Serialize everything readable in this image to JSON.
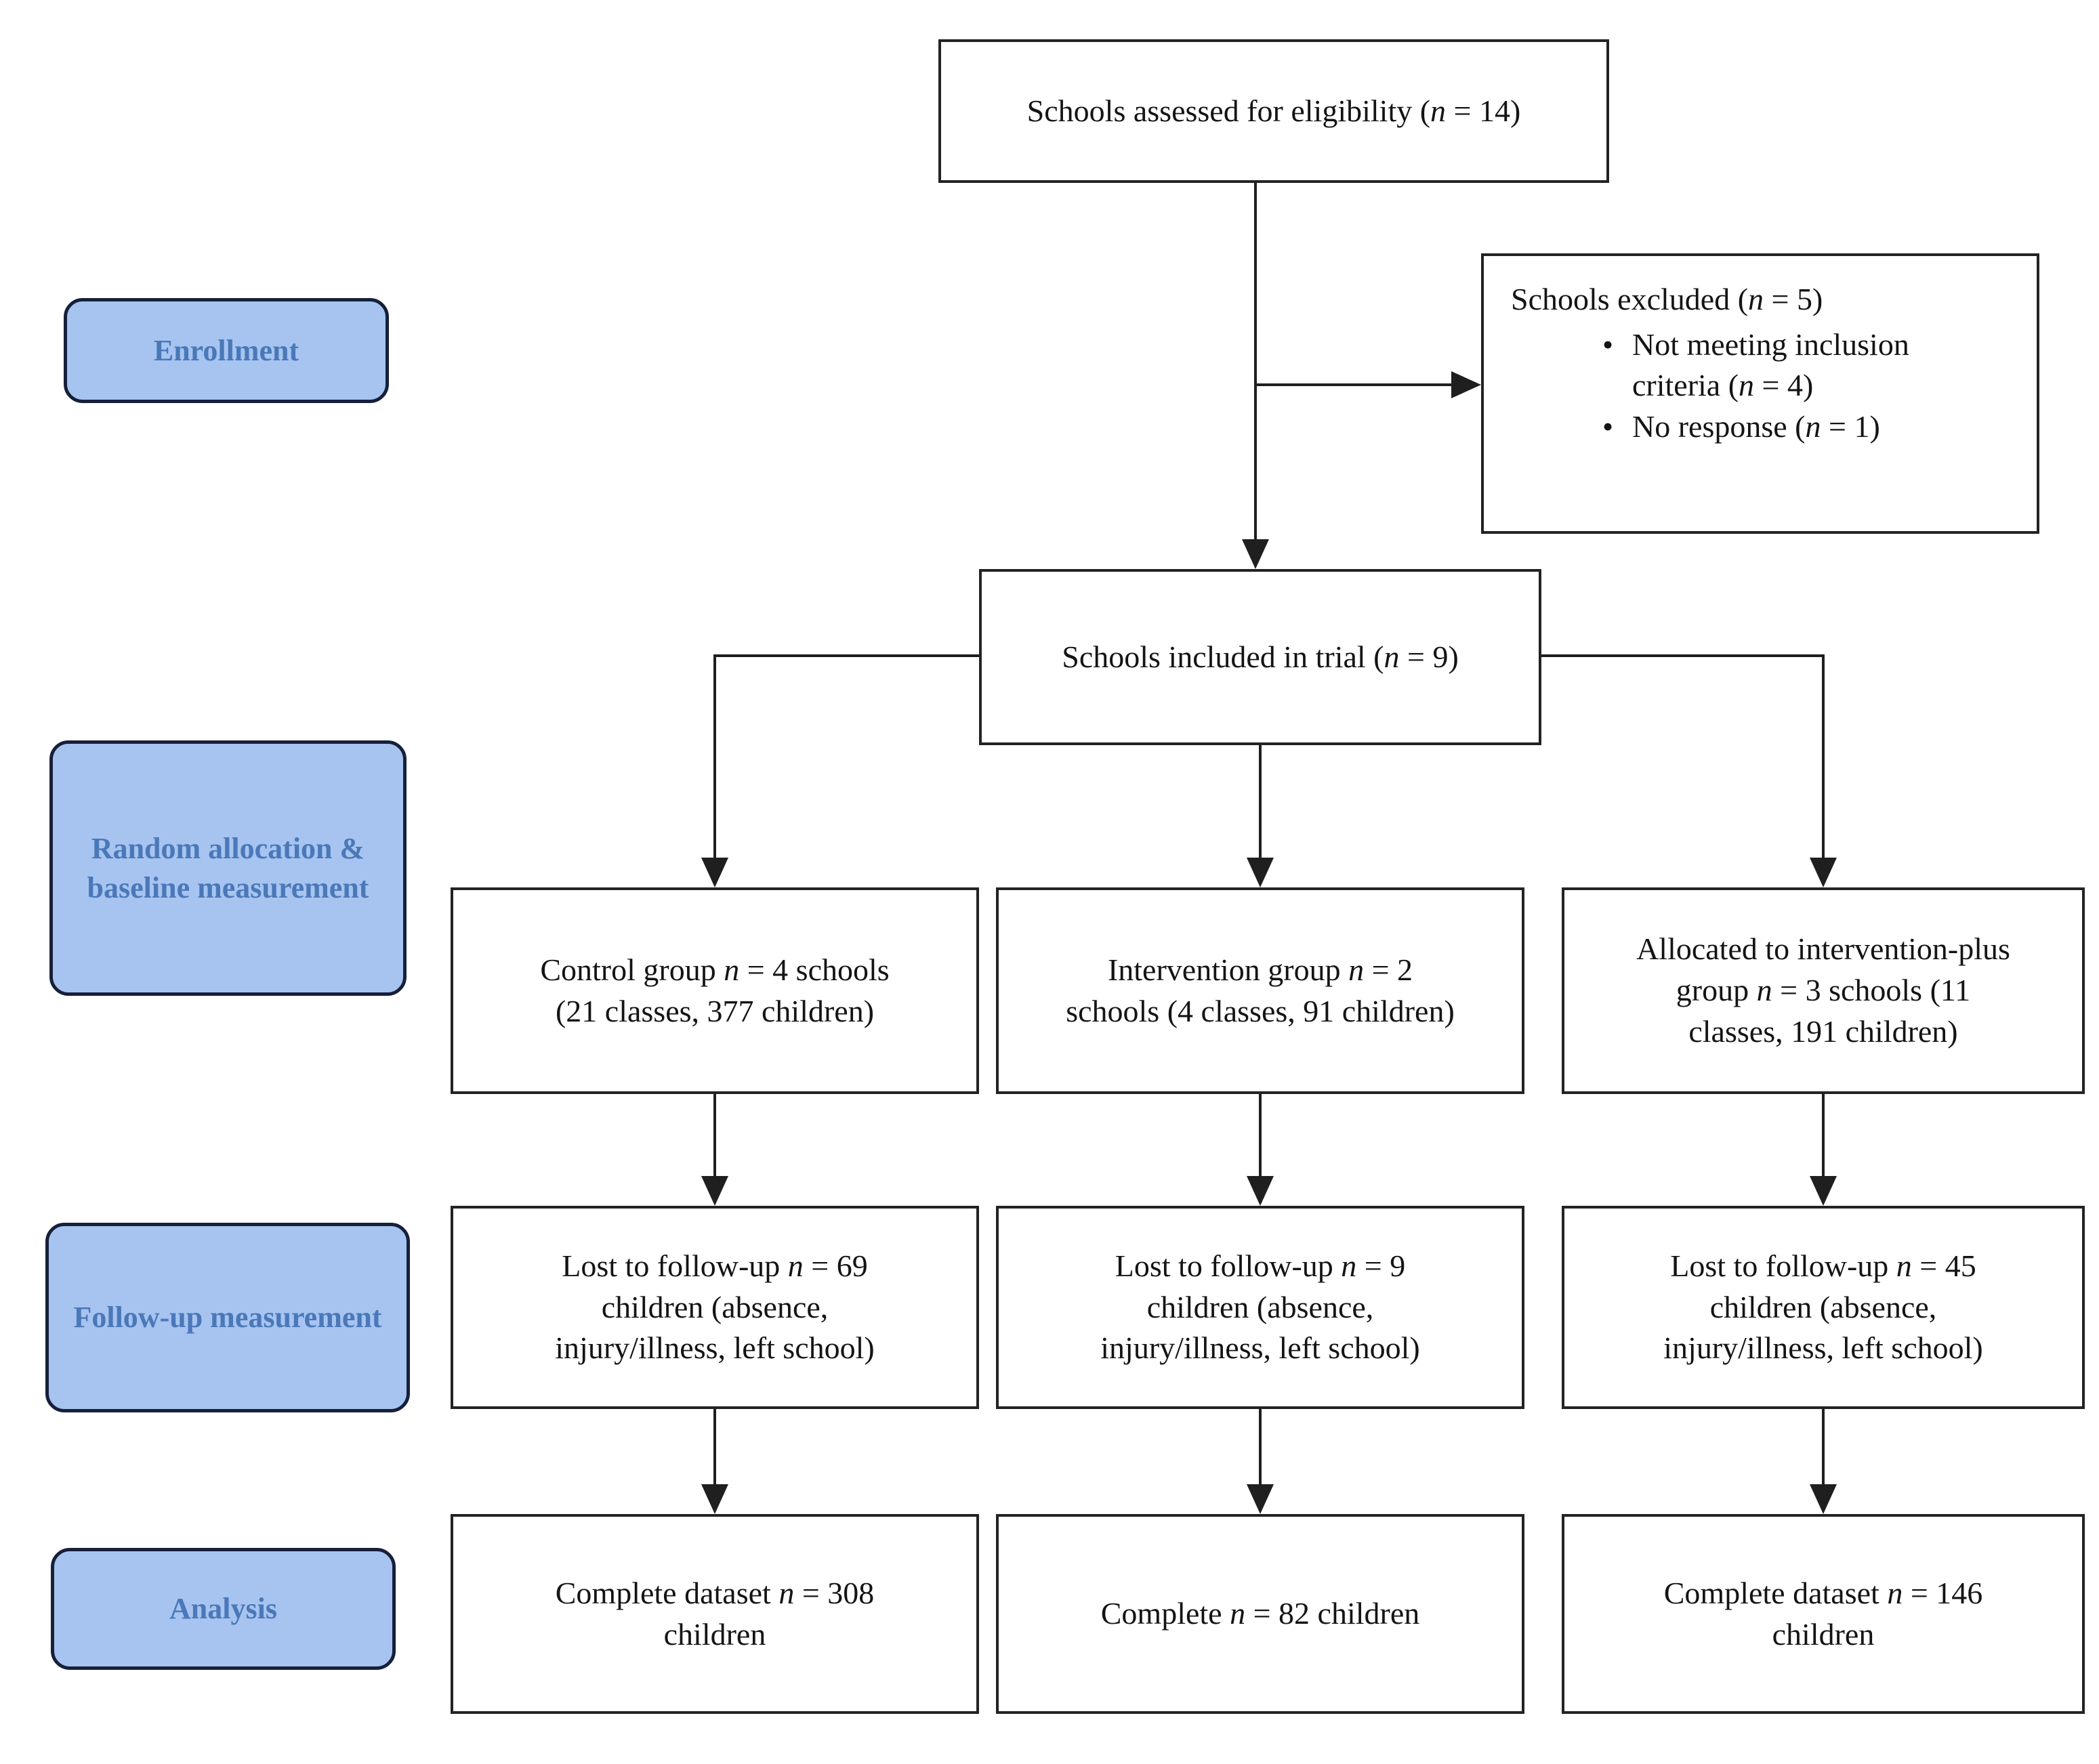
{
  "flow": {
    "stages": [
      {
        "label": "Enrollment"
      },
      {
        "label": "Random allocation & baseline measurement"
      },
      {
        "label": "Follow-up measurement"
      },
      {
        "label": "Analysis"
      }
    ],
    "assessed": "Schools assessed for eligibility (n = 14)",
    "excluded": {
      "title": "Schools excluded (n = 5)",
      "bullets": [
        "Not meeting inclusion criteria (n = 4)",
        "No response (n = 1)"
      ]
    },
    "included": "Schools included in trial (n = 9)",
    "columns": [
      {
        "allocation": "Control group n = 4 schools (21 classes, 377 children)",
        "lost": "Lost to follow-up n = 69 children (absence, injury/illness, left school)",
        "complete": "Complete dataset n = 308 children"
      },
      {
        "allocation": "Intervention group n = 2 schools (4 classes, 91 children)",
        "lost": "Lost to follow-up n = 9 children (absence, injury/illness, left school)",
        "complete": "Complete n = 82 children"
      },
      {
        "allocation": "Allocated to intervention-plus group n = 3 schools (11 classes, 191 children)",
        "lost": "Lost to follow-up n = 45 children (absence, injury/illness, left school)",
        "complete": "Complete dataset n = 146 children"
      }
    ],
    "colors": {
      "stage_fill": "#a7c4f0",
      "stage_border": "#16203a",
      "stage_text": "#4a78b8",
      "box_border": "#232323",
      "connector": "#1f1f1f"
    }
  }
}
